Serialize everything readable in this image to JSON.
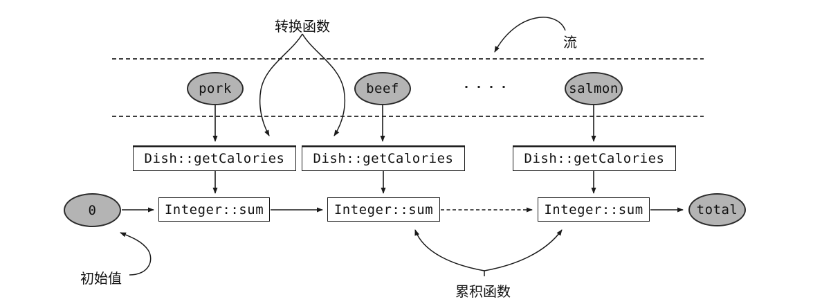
{
  "diagram": {
    "labels": {
      "transform_function": "转换函数",
      "stream": "流",
      "initial_value": "初始值",
      "accumulator_function": "累积函数"
    },
    "stream_items": [
      "pork",
      "beef",
      "salmon"
    ],
    "ellipsis_dots": 4,
    "mappers": [
      "Dish::getCalories",
      "Dish::getCalories",
      "Dish::getCalories"
    ],
    "reducers": [
      "Integer::sum",
      "Integer::sum",
      "Integer::sum"
    ],
    "initial_node": "0",
    "result_node": "total",
    "colors": {
      "node_fill": "#b4b4b4",
      "node_stroke": "#2b2b2b",
      "box_border": "#1a1a1a",
      "arrow": "#1a1a1a",
      "stream_dash": "#3d3d3d",
      "background": "#ffffff"
    }
  }
}
